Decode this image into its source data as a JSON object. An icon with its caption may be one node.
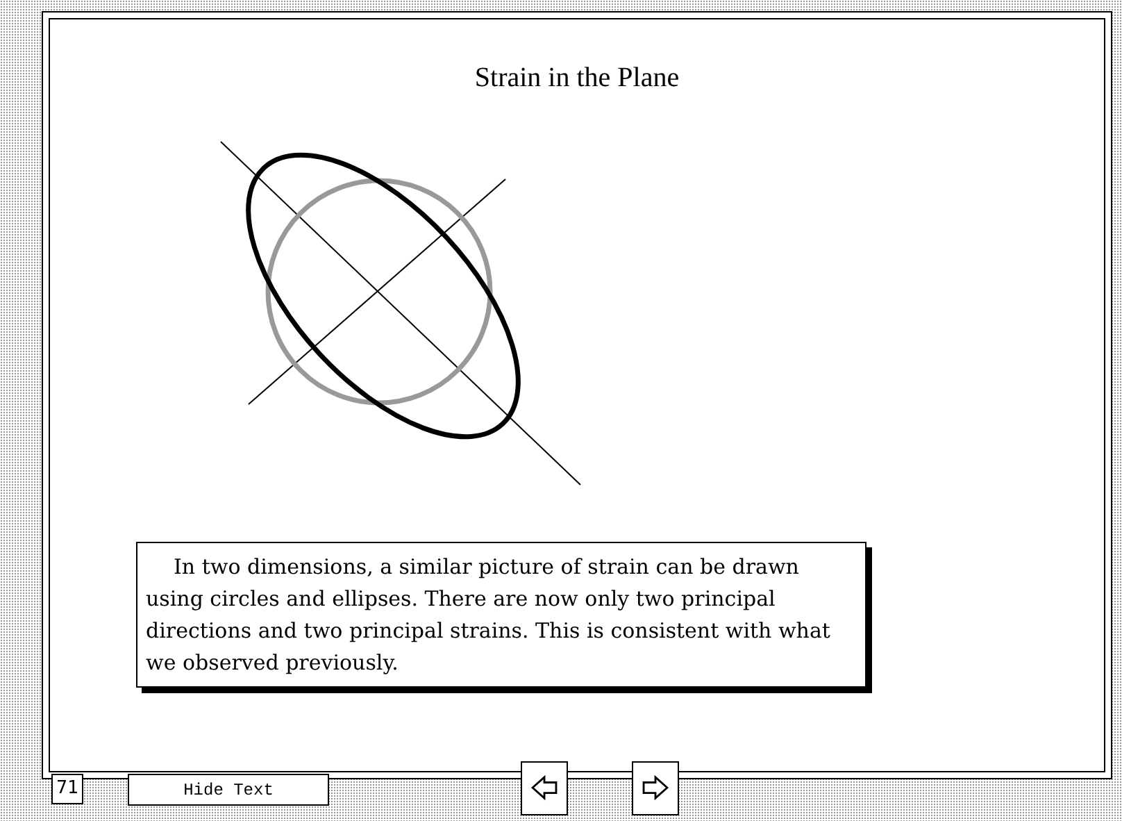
{
  "diagram": {
    "title": "Strain in the Plane",
    "labels": [
      "In two dimensions, a similar picture of strain can be drawn using circles and ellipses.  There are now only two principal directions and two principal strains.  This is consistent with what we observed previously.",
      "71",
      "Hide Text"
    ]
  }
}
